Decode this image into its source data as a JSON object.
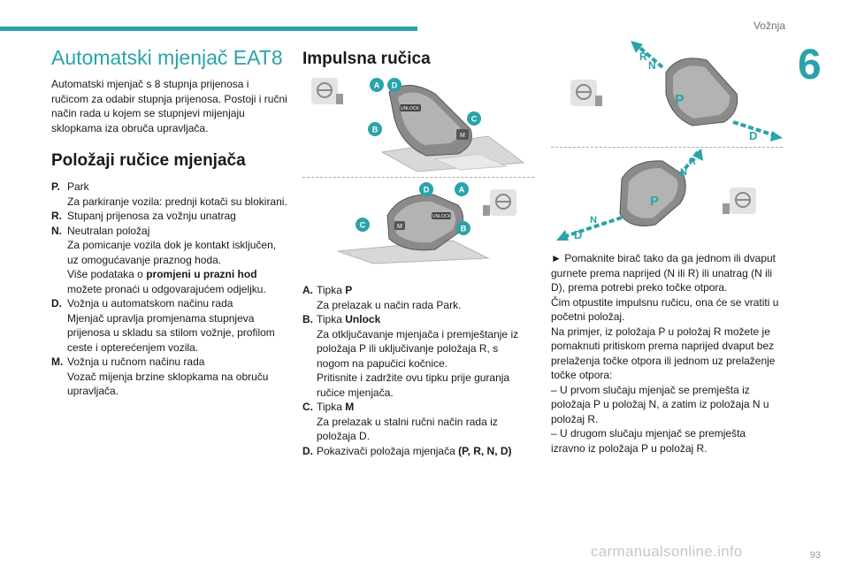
{
  "header": {
    "section": "Vožnja",
    "chapter": "6",
    "page": "93"
  },
  "watermark": "carmanualsonline.info",
  "colors": {
    "accent": "#2aa3a9",
    "text": "#1a1a1a"
  },
  "col1": {
    "title": "Automatski mjenjač EAT8",
    "intro": "Automatski mjenjač s 8 stupnja prijenosa i ručicom za odabir stupnja prijenosa. Postoji i ručni način rada u kojem se stupnjevi mijenjaju sklopkama iza obruča upravljača.",
    "subtitle": "Položaji ručice mjenjača",
    "positions": [
      {
        "key": "P.",
        "lines": [
          "Park",
          "Za parkiranje vozila: prednji kotači su blokirani."
        ]
      },
      {
        "key": "R.",
        "lines": [
          "Stupanj prijenosa za vožnju unatrag"
        ]
      },
      {
        "key": "N.",
        "lines": [
          "Neutralan položaj",
          "Za pomicanje vozila dok je kontakt isključen, uz omogućavanje praznog hoda."
        ],
        "extra_pre": "Više podataka o ",
        "extra_bold": "promjeni u prazni hod",
        "extra_post": " možete pronaći u odgovarajućem odjeljku."
      },
      {
        "key": "D.",
        "lines": [
          "Vožnja u automatskom načinu rada",
          "Mjenjač upravlja promjenama stupnjeva prijenosa u skladu sa stilom vožnje, profilom ceste i opterećenjem vozila."
        ]
      },
      {
        "key": "M.",
        "lines": [
          "Vožnja u ručnom načinu rada",
          "Vozač mijenja brzine sklopkama na obruču upravljača."
        ]
      }
    ]
  },
  "col2": {
    "title": "Impulsna ručica",
    "badges": {
      "a": "A",
      "b": "B",
      "c": "C",
      "d": "D"
    },
    "lever_labels": {
      "unlock": "UNLOCK",
      "m": "M"
    },
    "legend": [
      {
        "key": "A.",
        "label": "Tipka",
        "value": "P",
        "desc": [
          "Za prelazak u način rada Park."
        ]
      },
      {
        "key": "B.",
        "label": "Tipka",
        "value": "Unlock",
        "desc": [
          "Za otključavanje mjenjača i premještanje iz položaja P ili uključivanje položaja R, s nogom na papučici kočnice.",
          "Pritisnite i zadržite ovu tipku prije guranja ručice mjenjača."
        ]
      },
      {
        "key": "C.",
        "label": "Tipka",
        "value": "M",
        "desc": [
          "Za prelazak u stalni ručni način rada iz položaja D."
        ]
      },
      {
        "key": "D.",
        "label": "Pokazivači položaja mjenjača",
        "value": "(P, R, N, D)",
        "desc": []
      }
    ]
  },
  "col3": {
    "arrows": {
      "r": "R",
      "n": "N",
      "p": "P",
      "d": "D"
    },
    "paragraphs": [
      "► Pomaknite birač tako da ga jednom ili dvaput gurnete prema naprijed (N ili R) ili unatrag (N ili D), prema potrebi preko točke otpora.",
      "Čim otpustite impulsnu ručicu, ona će se vratiti u početni položaj.",
      "Na primjer, iz položaja P u položaj R možete je pomaknuti pritiskom prema naprijed dvaput bez prelaženja točke otpora ili jednom uz prelaženje točke otpora:",
      "– U prvom slučaju mjenjač se premješta iz položaja P u položaj N, a zatim iz položaja N u položaj R.",
      "– U drugom slučaju mjenjač se premješta izravno iz položaja P u položaj R."
    ]
  }
}
